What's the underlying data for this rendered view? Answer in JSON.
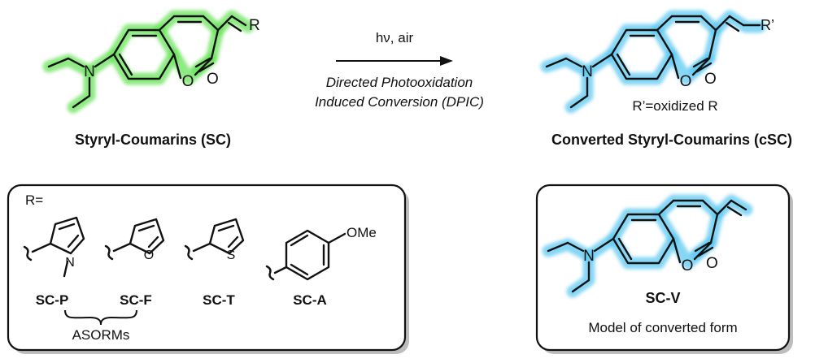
{
  "reaction": {
    "conditions": "hν, air",
    "description_line1": "Directed Photooxidation",
    "description_line2": "Induced Conversion (DPIC)"
  },
  "reactant": {
    "label": "Styryl-Coumarins (SC)",
    "substituent": "R",
    "glow_color": "#69e35a"
  },
  "product": {
    "label": "Converted Styryl-Coumarins (cSC)",
    "substituent": "R’",
    "note": "R’=oxidized R",
    "glow_color": "#5ec8f2"
  },
  "atoms": {
    "nitrogen": "N",
    "oxygen": "O",
    "sulfur": "S",
    "methoxy": "OMe"
  },
  "r_groups_box": {
    "header": "R=",
    "compounds": [
      "SC-P",
      "SC-F",
      "SC-T",
      "SC-A"
    ],
    "group_label": "ASORMs"
  },
  "model_box": {
    "compound": "SC-V",
    "caption": "Model of converted form"
  }
}
